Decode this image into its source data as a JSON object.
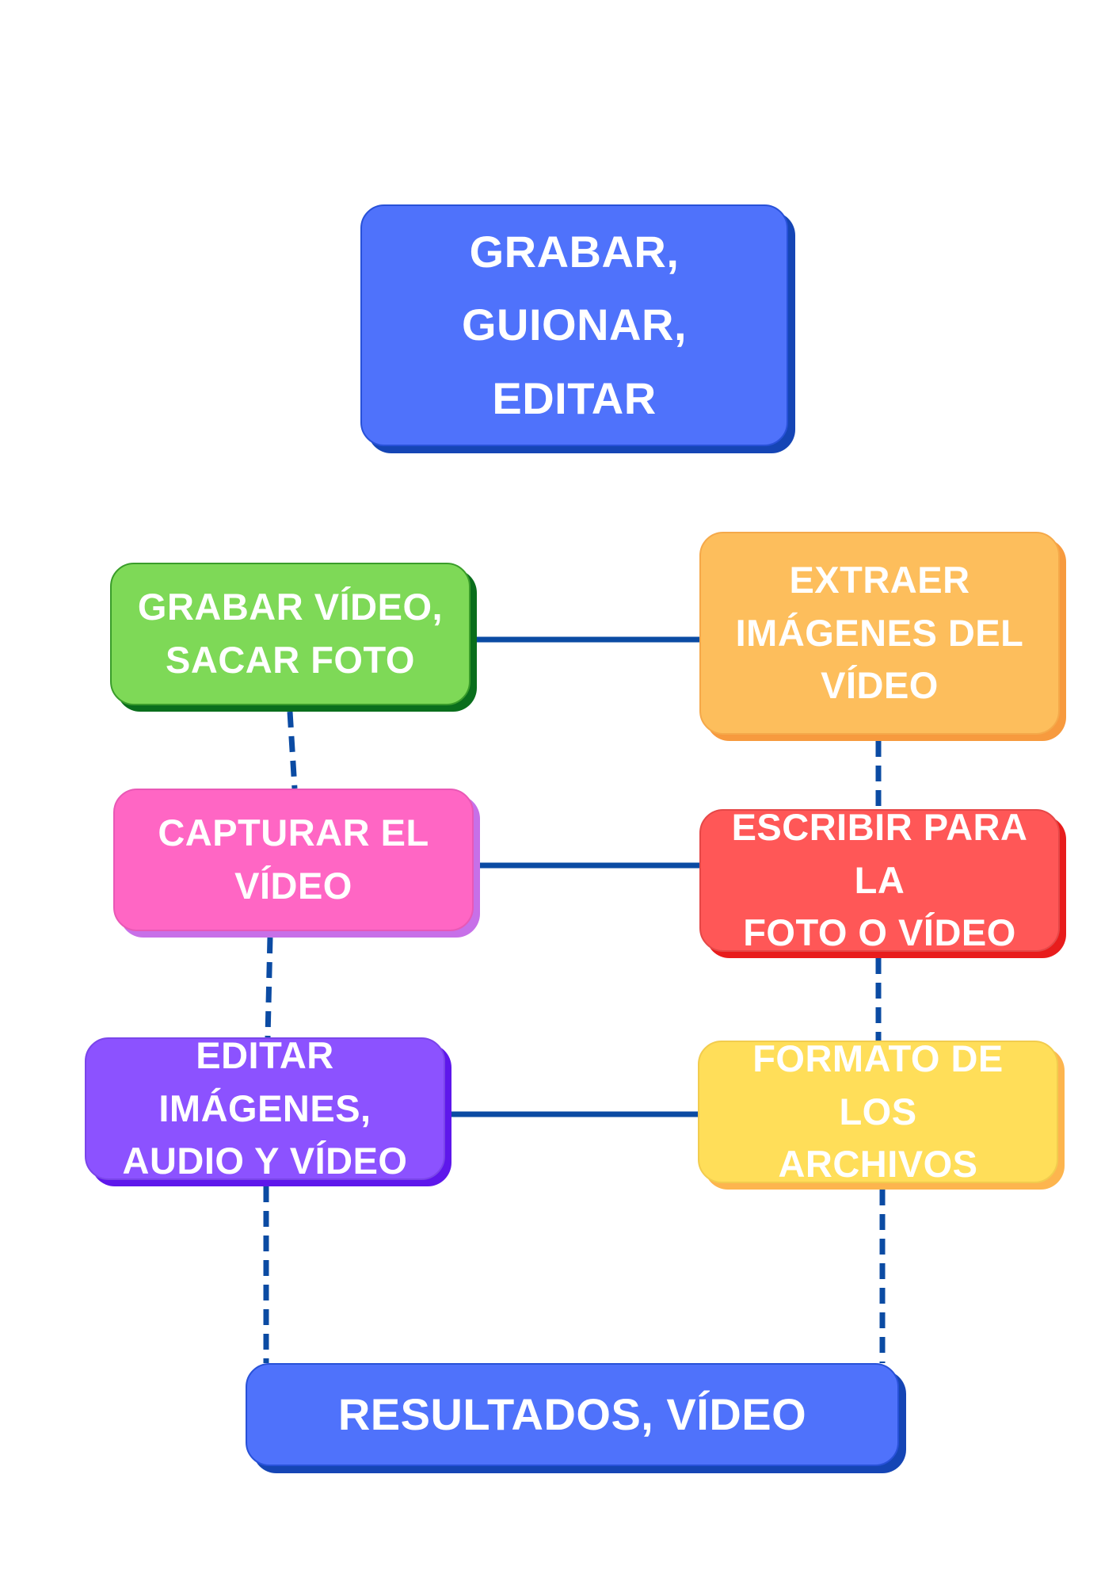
{
  "diagram": {
    "colors": {
      "connector": "#0B4BA3",
      "top_box": "#4F72FB",
      "grabar_box": "#7ED957",
      "extraer_box": "#FDBE5C",
      "capturar_box": "#FF66C4",
      "escribir_box": "#FF5757",
      "editar_box": "#8C52FF",
      "formato_box": "#FFDE59",
      "resultados_box": "#4F72FB"
    },
    "nodes": {
      "top": "GRABAR,\nGUIONAR,\nEDITAR",
      "grabar": "GRABAR VÍDEO,\nSACAR FOTO",
      "extraer": "EXTRAER\nIMÁGENES DEL\nVÍDEO",
      "capturar": "CAPTURAR EL\nVÍDEO",
      "escribir": "ESCRIBIR PARA LA\nFOTO O VÍDEO",
      "editar": "EDITAR IMÁGENES,\nAUDIO Y VÍDEO",
      "formato": "FORMATO DE LOS\nARCHIVOS",
      "resultados": "RESULTADOS, VÍDEO"
    }
  }
}
